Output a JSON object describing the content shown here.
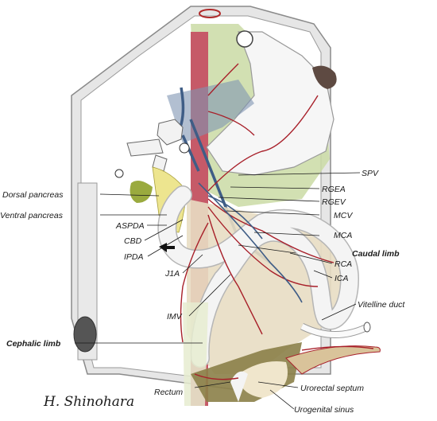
{
  "labels": {
    "spv": "SPV",
    "dorsal_pancreas": "Dorsal pancreas",
    "rgea": "RGEA",
    "rgev": "RGEV",
    "ventral_pancreas": "Ventral pancreas",
    "mcv": "MCV",
    "aspda": "ASPDA",
    "mca": "MCA",
    "cbd": "CBD",
    "caudal_limb": "Caudal limb",
    "ipda": "IPDA",
    "rca": "RCA",
    "j1a": "J1A",
    "ica": "ICA",
    "vitelline_duct": "Vitelline duct",
    "imv": "IMV",
    "cephalic_limb": "Cephalic limb",
    "urorectal_septum": "Urorectal septum",
    "rectum": "Rectum",
    "urogenital_sinus": "Urogenital sinus"
  },
  "signature": "H. Shinohara",
  "colors": {
    "body_wall": "#e2e2e2",
    "mesentery_green": "#c9d9a3",
    "aorta": "#c45a66",
    "portal_vein": "#3f5d86",
    "stomach": "#f4f4f4",
    "pancreas_yellow": "#ede58f",
    "intestine": "#f2f2f2",
    "cecum_tan": "#e7ddc1",
    "spleen": "#5e4a42",
    "artery": "#a8202a"
  },
  "icons": {
    "direction_arrow": "arrow-left-icon"
  }
}
